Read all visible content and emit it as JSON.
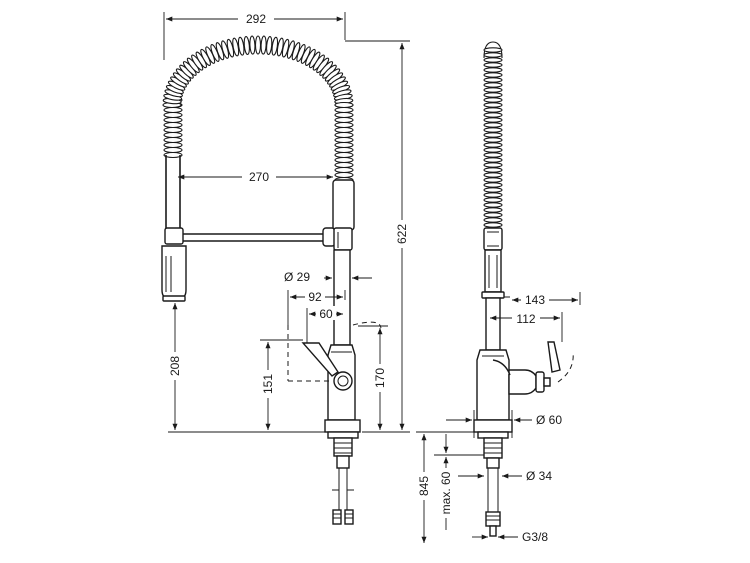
{
  "dimensions": {
    "front_width_total": "292",
    "front_width_arm": "270",
    "front_height_total": "622",
    "front_height_spout": "208",
    "front_height_body": "151",
    "front_height_lever": "170",
    "hose_diameter": "Ø 29",
    "lever_reach": "92",
    "lever_offset": "60",
    "side_lever_reach": "143",
    "side_lever_offset": "112",
    "base_diameter": "Ø 60",
    "thread_diameter": "Ø 34",
    "underside_length": "845",
    "max_thickness": "max. 60",
    "connection_thread": "G3/8"
  }
}
